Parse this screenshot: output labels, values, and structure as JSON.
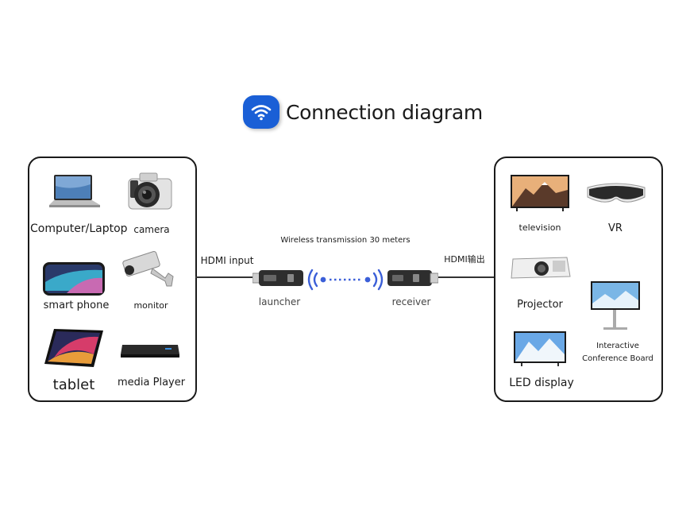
{
  "title": "Connection diagram",
  "icons": {
    "title": "wifi-icon"
  },
  "colors": {
    "accent": "#1a5fd6",
    "signal": "#3b5fd8",
    "border": "#1a1a1a"
  },
  "sources": {
    "computer": "Computer/Laptop",
    "camera": "camera",
    "phone": "smart phone",
    "monitor": "monitor",
    "tablet": "tablet",
    "media": "media Player"
  },
  "link": {
    "input": "HDMI input",
    "wireless": "Wireless transmission 30 meters",
    "launcher": "launcher",
    "receiver": "receiver",
    "output": "HDMI输出"
  },
  "displays": {
    "television": "television",
    "vr": "VR",
    "projector": "Projector",
    "board": "Interactive Conference Board",
    "led": "LED display"
  }
}
